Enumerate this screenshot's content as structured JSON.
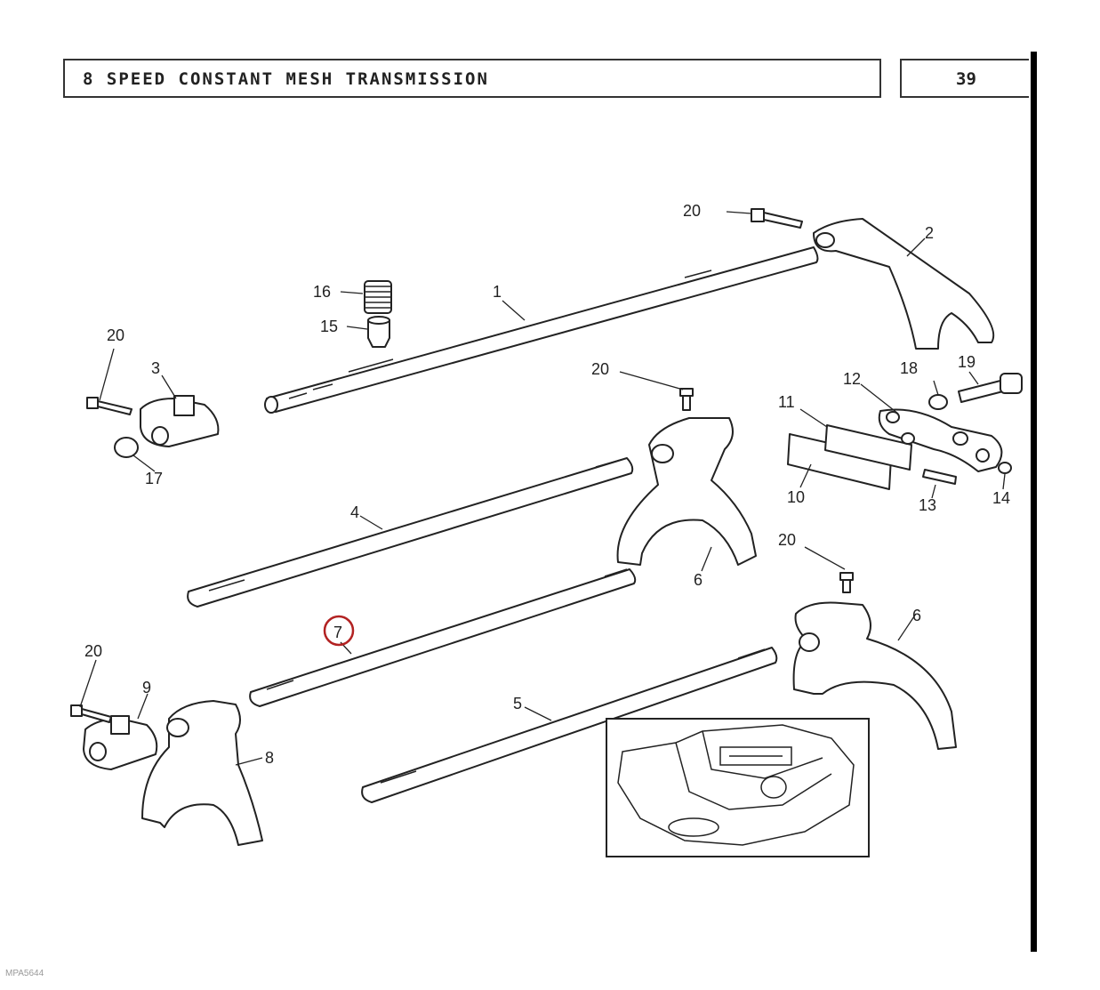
{
  "header": {
    "title": "8 SPEED CONSTANT MESH TRANSMISSION",
    "page_number": "39"
  },
  "footer": {
    "reference_code": "MPA5644"
  },
  "callouts": {
    "c1": "1",
    "c2": "2",
    "c3": "3",
    "c4": "4",
    "c5": "5",
    "c6a": "6",
    "c6b": "6",
    "c7": "7",
    "c8": "8",
    "c9": "9",
    "c10": "10",
    "c11": "11",
    "c12": "12",
    "c13": "13",
    "c14": "14",
    "c15": "15",
    "c16": "16",
    "c17": "17",
    "c18": "18",
    "c19": "19",
    "c20a": "20",
    "c20b": "20",
    "c20c": "20",
    "c20d": "20",
    "c20e": "20"
  },
  "highlight": {
    "callout": "7",
    "color": "#b22222"
  }
}
